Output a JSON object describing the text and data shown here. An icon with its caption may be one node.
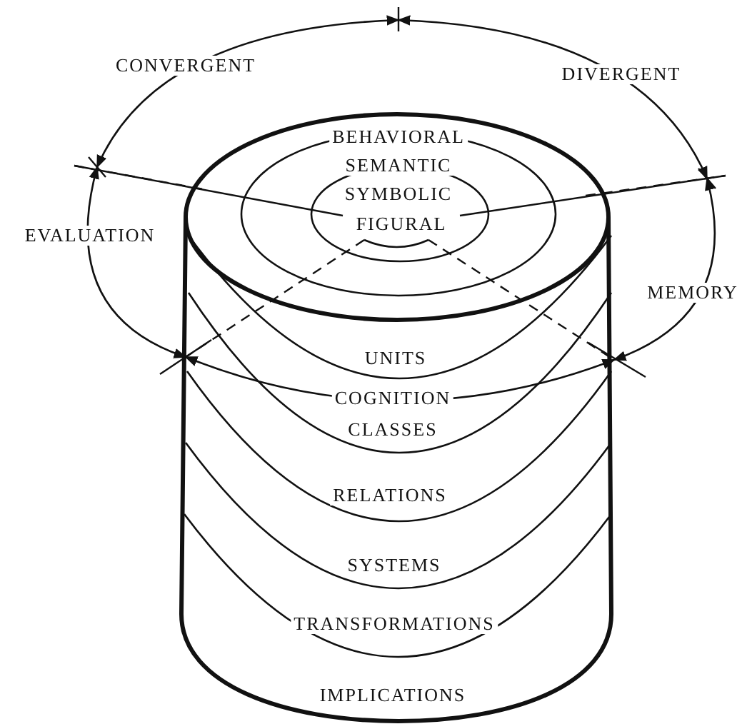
{
  "diagram": {
    "labels": [
      "CONVERGENT",
      "DIVERGENT",
      "BEHAVIORAL",
      "SEMANTIC",
      "SYMBOLIC",
      "FIGURAL",
      "EVALUATION",
      "MEMORY",
      "UNITS",
      "COGNITION",
      "CLASSES",
      "RELATIONS",
      "SYSTEMS",
      "TRANSFORMATIONS",
      "IMPLICATIONS"
    ]
  }
}
